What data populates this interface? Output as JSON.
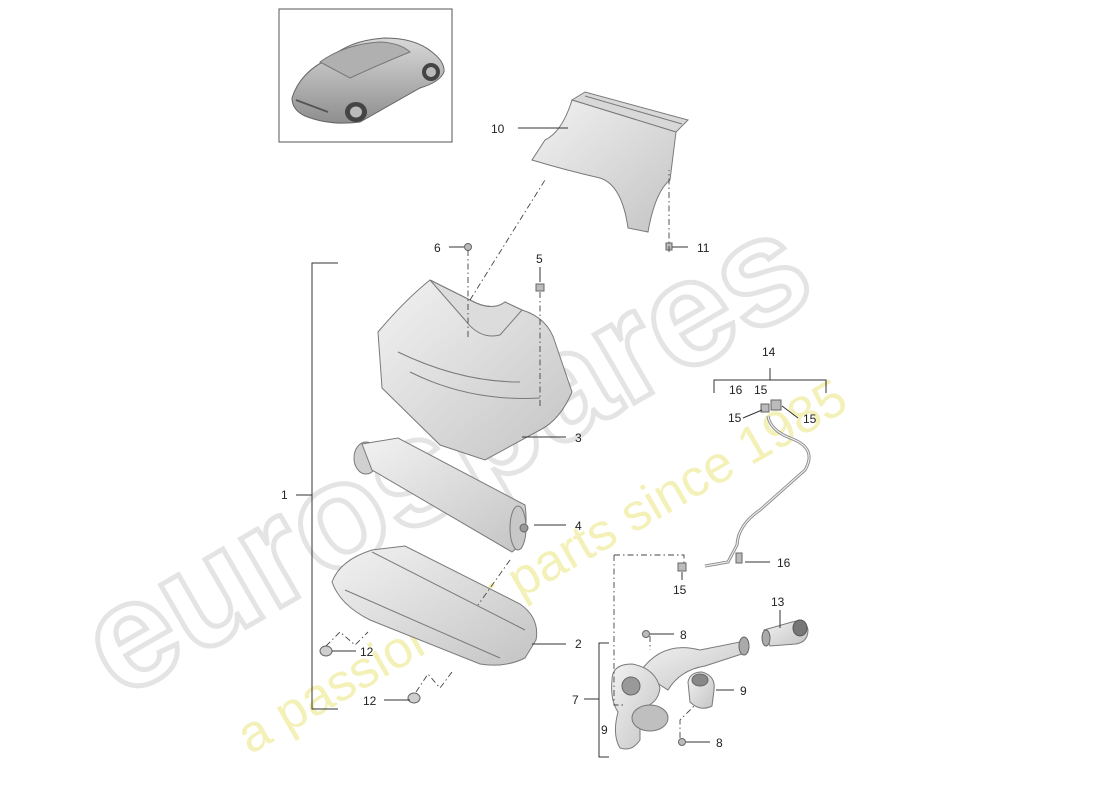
{
  "watermark": {
    "brand": "eurospares",
    "tagline": "a passion for parts since 1985"
  },
  "callouts": {
    "c1": "1",
    "c2": "2",
    "c3": "3",
    "c4": "4",
    "c5": "5",
    "c6": "6",
    "c7": "7",
    "c8a": "8",
    "c8b": "8",
    "c9a": "9",
    "c9b": "9",
    "c10": "10",
    "c11": "11",
    "c12a": "12",
    "c12b": "12",
    "c13": "13",
    "c14": "14",
    "c15a": "15",
    "c15b": "15",
    "c15c": "15",
    "c15d": "15",
    "c16a": "16",
    "c16b": "16"
  },
  "colors": {
    "part_fill": "#e6e6e6",
    "part_shade": "#c9c9c9",
    "watermark_gray": "#e9e9e9",
    "watermark_yellow": "#f3f0b0"
  }
}
